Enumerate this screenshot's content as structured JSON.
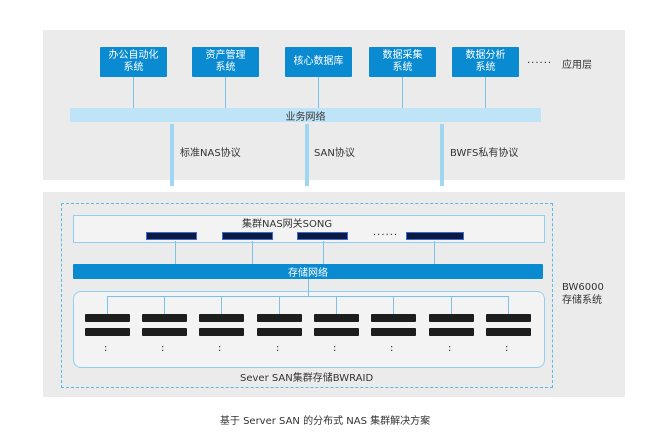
{
  "app_layer": {
    "label": "应用层",
    "ellipsis": "......",
    "apps": [
      "办公自动化\n系统",
      "资产管理\n系统",
      "核心数据库",
      "数据采集\n系统",
      "数据分析\n系统"
    ]
  },
  "business_network": "业务网络",
  "protocols": [
    "标准NAS协议",
    "SAN协议",
    "BWFS私有协议"
  ],
  "nas_gateway": {
    "label": "集群NAS网关SONG",
    "ellipsis": "......"
  },
  "storage_network": "存储网络",
  "storage_system": "BW6000\n存储系统",
  "cluster_label": "Sever SAN集群存储BWRAID",
  "disk_dots": ":",
  "caption": "基于 Server SAN 的分布式 NAS 集群解决方案",
  "colors": {
    "blue": "#0a8ad1",
    "light_blue": "#bfe3f7",
    "panel": "#ebebeb"
  }
}
